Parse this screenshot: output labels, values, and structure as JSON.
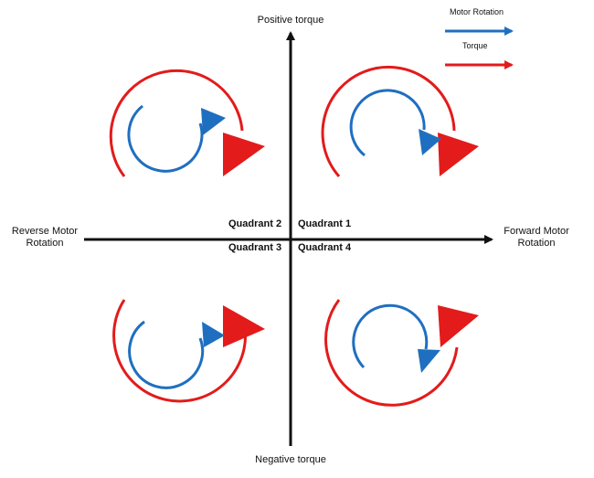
{
  "axes": {
    "top": "Positive torque",
    "bottom": "Negative torque",
    "left_line1": "Reverse Motor",
    "left_line2": "Rotation",
    "right_line1": "Forward Motor",
    "right_line2": "Rotation"
  },
  "quadrants": {
    "q1": "Quadrant 1",
    "q2": "Quadrant 2",
    "q3": "Quadrant 3",
    "q4": "Quadrant 4"
  },
  "legend": {
    "motor_rotation": "Motor Rotation",
    "torque": "Torque"
  },
  "colors": {
    "motor_rotation": "#1f6fc0",
    "torque": "#e31b1b",
    "axis": "#111111"
  }
}
